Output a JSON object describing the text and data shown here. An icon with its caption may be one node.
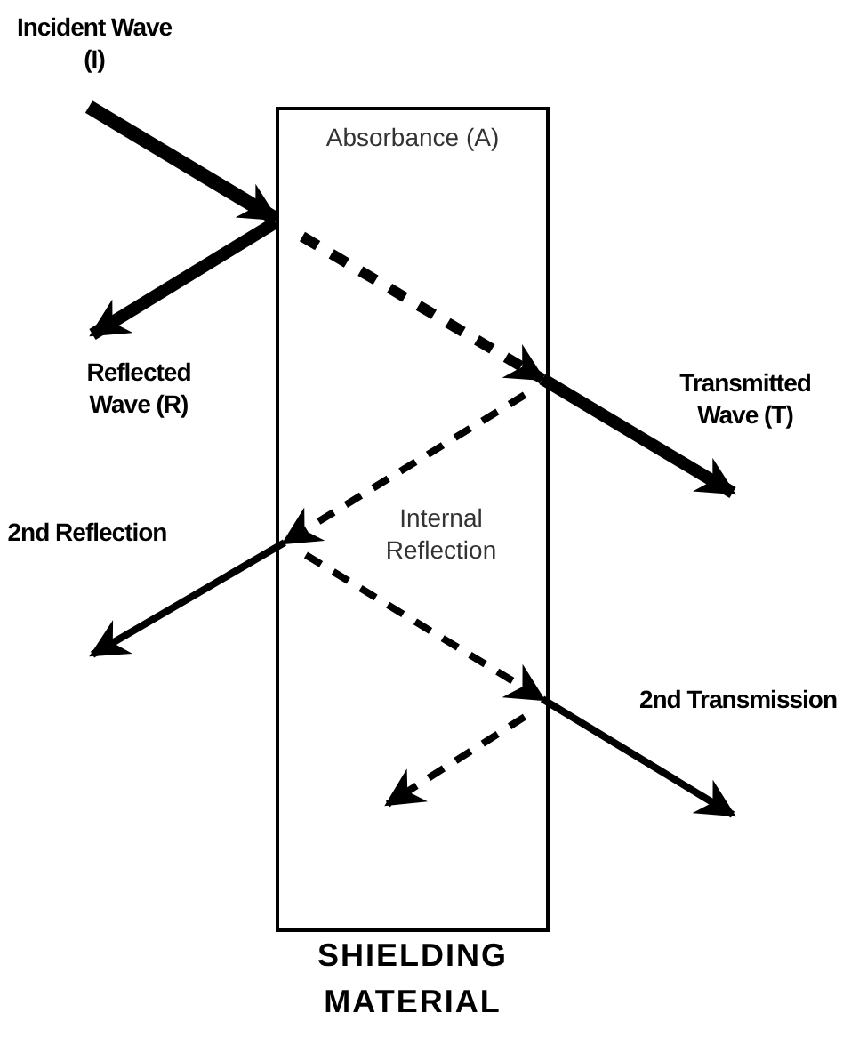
{
  "diagram": {
    "nodes": [
      {
        "text": [
          "Absorbance (A)",
          "Internal Reflection",
          "SHIELDING MATERIAL"
        ]
      }
    ],
    "labels": [
      "Incident Wave (I)",
      "Reflected Wave (R)",
      "Transmitted Wave (T)",
      "2nd Reflection",
      "2nd Transmission"
    ]
  }
}
